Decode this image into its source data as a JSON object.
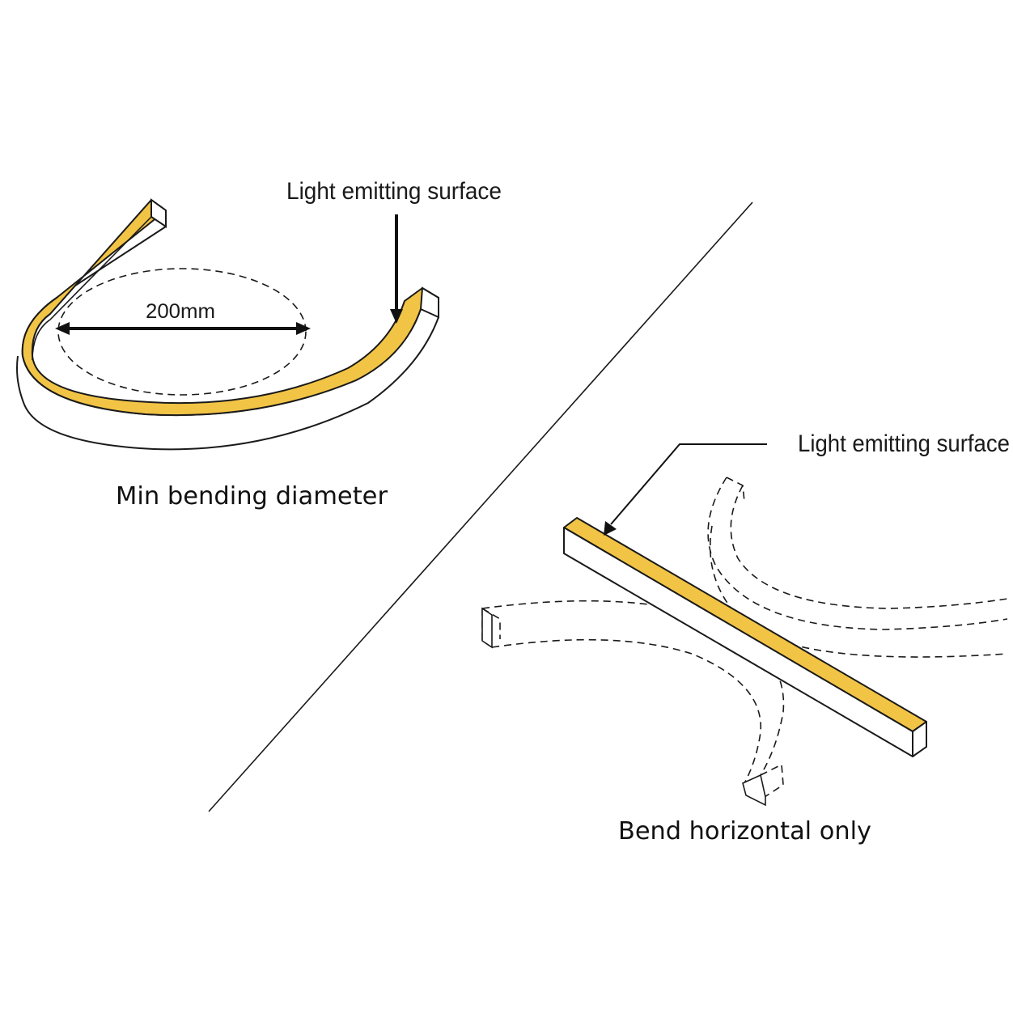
{
  "colors": {
    "strip": "#F2C446",
    "line": "#1a1a1a",
    "background": "#ffffff"
  },
  "left_panel": {
    "callout": "Light emitting surface",
    "dimension": "200mm",
    "caption": "Min bending diameter"
  },
  "right_panel": {
    "callout": "Light emitting surface",
    "caption": "Bend horizontal only"
  }
}
